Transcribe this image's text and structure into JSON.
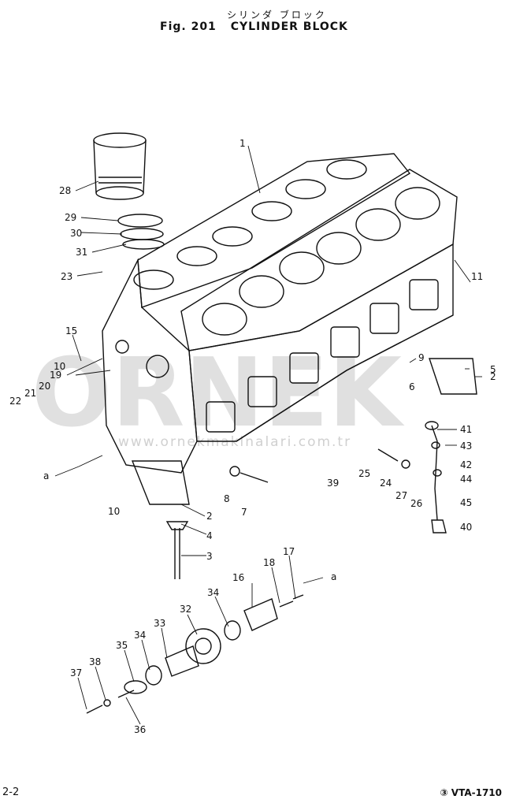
{
  "header": {
    "title_jp": "シリンダ ブロック",
    "fig_label": "Fig. 201",
    "title_en": "CYLINDER BLOCK"
  },
  "watermark": {
    "logo_text": "ORNEK",
    "url_text": "www.ornekmakinalari.com.tr"
  },
  "callouts": [
    "1",
    "28",
    "29",
    "30",
    "31",
    "23",
    "11",
    "15",
    "10",
    "19",
    "21",
    "20",
    "22",
    "9",
    "5",
    "2",
    "6",
    "41",
    "43",
    "42",
    "44",
    "45",
    "40",
    "24",
    "27",
    "26",
    "25",
    "39",
    "8",
    "7",
    "10",
    "2",
    "4",
    "3",
    "17",
    "18",
    "16",
    "34",
    "32",
    "33",
    "34",
    "35",
    "38",
    "37",
    "36",
    "a",
    "a"
  ],
  "footer": {
    "page": "2-2",
    "code": "③ VTA-1710"
  }
}
